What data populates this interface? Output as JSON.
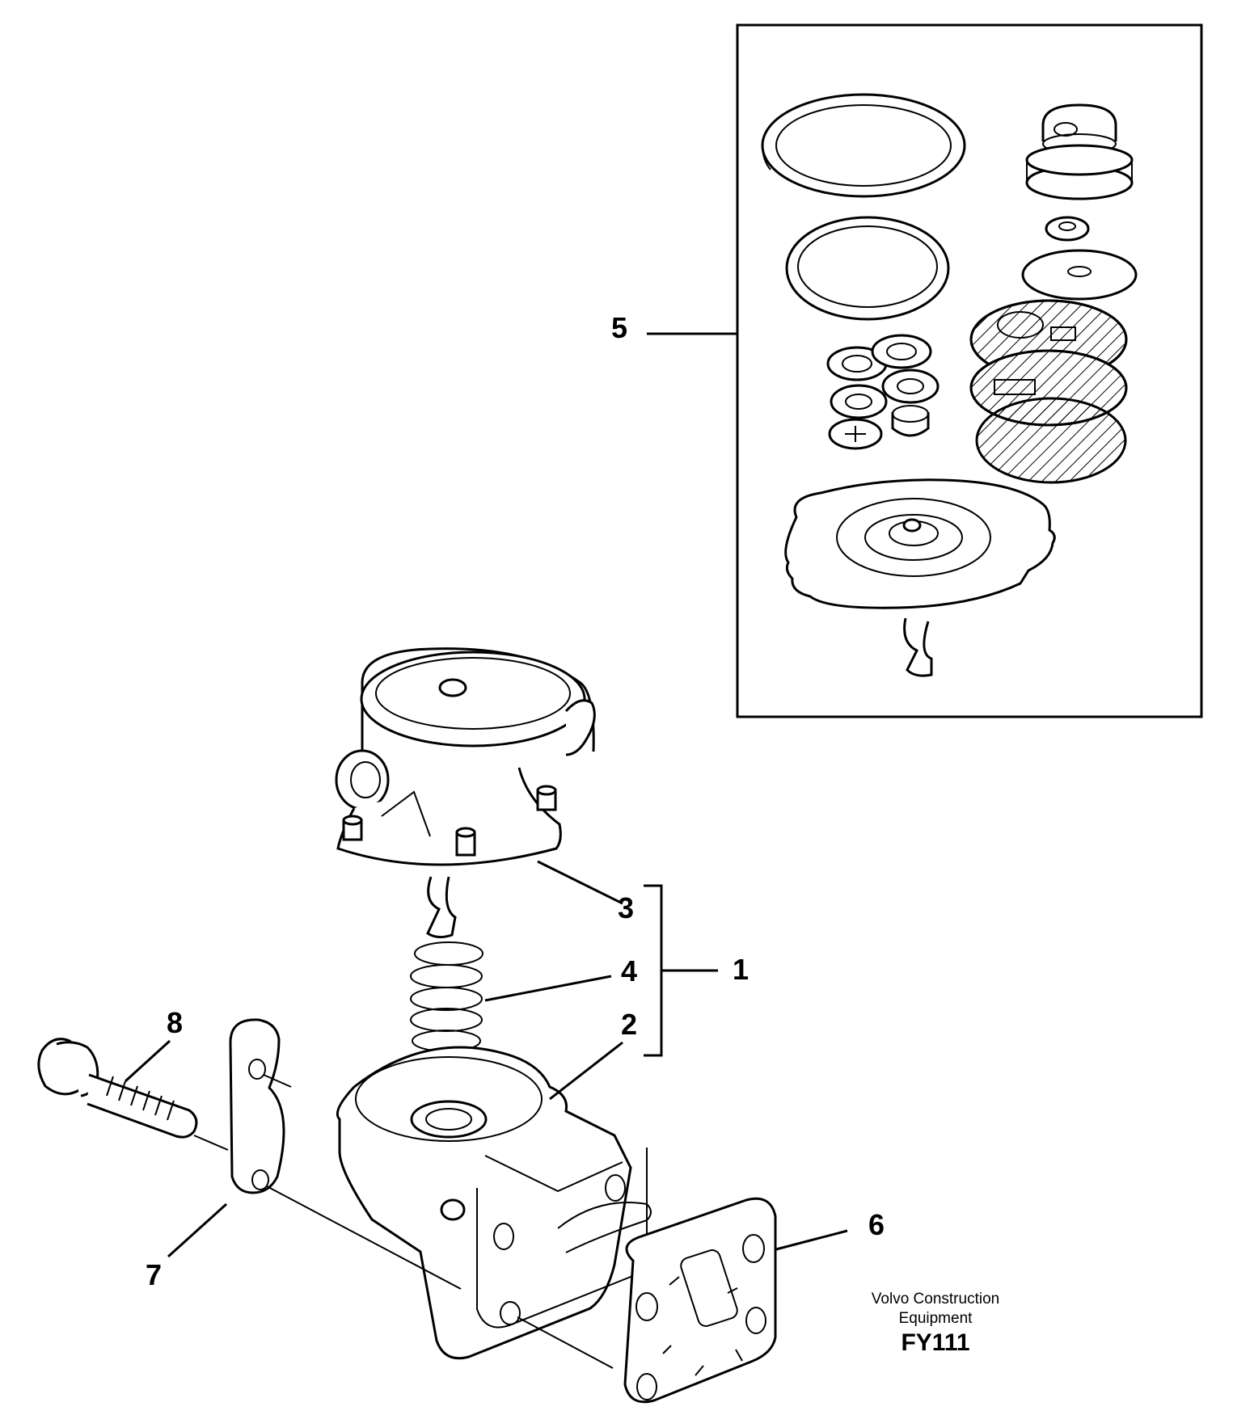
{
  "callouts": {
    "c1": "1",
    "c2": "2",
    "c3": "3",
    "c4": "4",
    "c5": "5",
    "c6": "6",
    "c7": "7",
    "c8": "8"
  },
  "credit": {
    "maker_line1": "Volvo Construction",
    "maker_line2": "Equipment",
    "code": "FY111"
  },
  "colors": {
    "ink": "#000000",
    "paper": "#ffffff"
  }
}
